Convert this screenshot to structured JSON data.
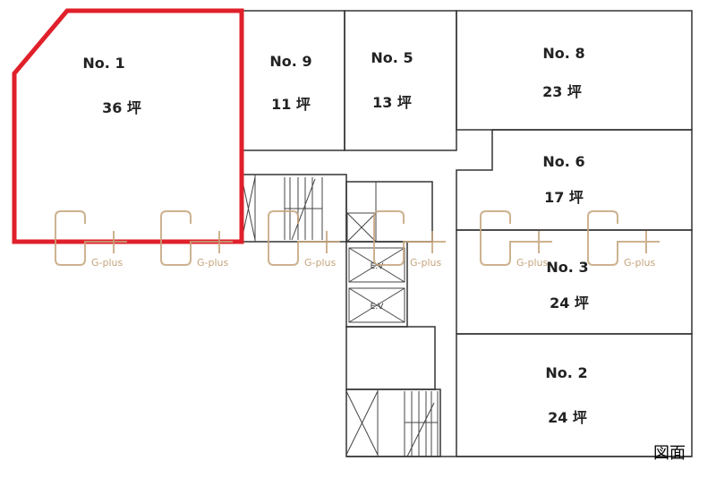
{
  "units": [
    {
      "name": "No. 1",
      "area": "36 坪",
      "highlighted": true
    },
    {
      "name": "No. 9",
      "area": "11 坪"
    },
    {
      "name": "No. 5",
      "area": "13 坪"
    },
    {
      "name": "No. 8",
      "area": "23 坪"
    },
    {
      "name": "No. 6",
      "area": "17 坪"
    },
    {
      "name": "No. 3",
      "area": "24 坪"
    },
    {
      "name": "No. 2",
      "area": "24 坪"
    }
  ],
  "elevators": [
    "E.V",
    "E.V"
  ],
  "watermark": "G-plus",
  "caption": "図面",
  "colors": {
    "highlight": "#e0202a",
    "watermark": "#c4a47c"
  }
}
